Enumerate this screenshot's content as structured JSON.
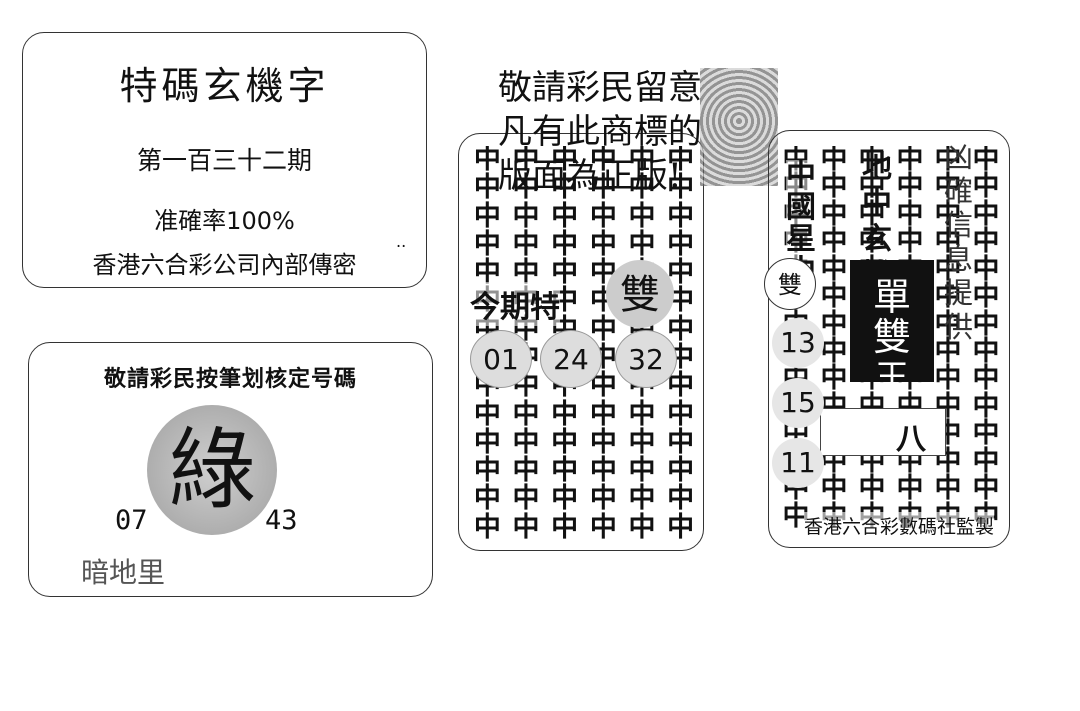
{
  "panel1": {
    "title": "特碼玄機字",
    "issue": "第一百三十二期",
    "accuracy": "准確率100%",
    "source": "香港六合彩公司內部傳密",
    "dots": ".."
  },
  "panel2": {
    "instruction": "敬請彩民按筆划核定号碼",
    "character": "綠",
    "number_left": "07",
    "number_right": "43",
    "footer": "暗地里"
  },
  "panel3": {
    "notice": "敬請彩民留意\n凡有此商標的\n版面為正版!",
    "grid_char": "中",
    "label": "今期特",
    "shuang": "雙",
    "numbers": [
      "01",
      "24",
      "32"
    ]
  },
  "panel4": {
    "grid_char": "中",
    "left_vertical": "中\n國\n星\n中",
    "mid_vertical": "地\n中\n玄\n機",
    "right_vertical": "凶\n確\n信\n息\n提\n供",
    "circle_char": "雙",
    "block_line1": "單",
    "block_line2": "雙",
    "block_line3": "王",
    "side_char": "八",
    "numbers": [
      "13",
      "15",
      "11"
    ],
    "credit": "香港六合彩數碼社監製"
  }
}
